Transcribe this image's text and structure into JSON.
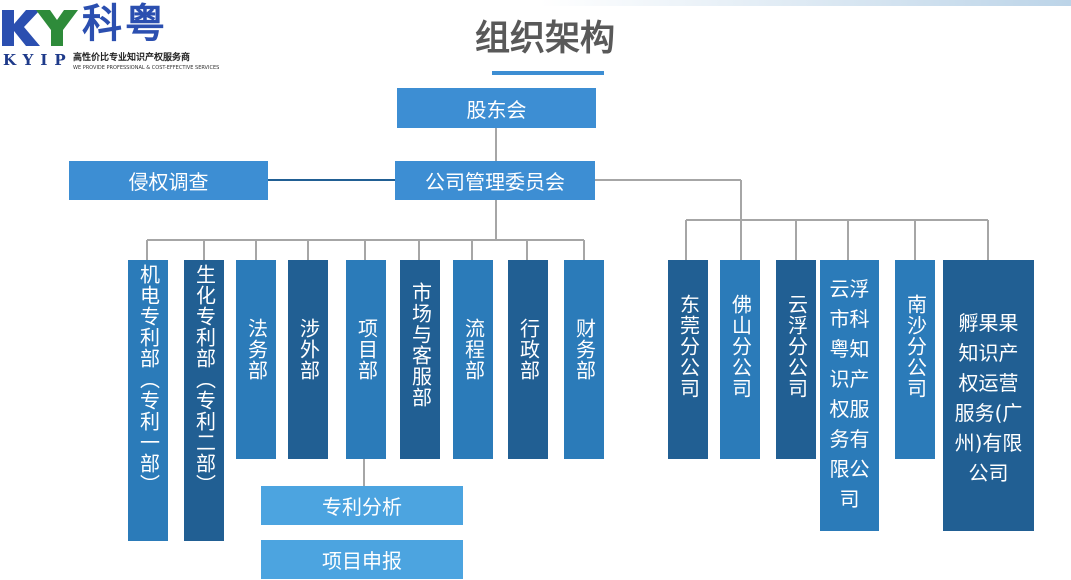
{
  "logo": {
    "name_cn": "科粤",
    "name_en": "KYIP",
    "slogan": "高性价比专业知识产权服务商",
    "slogan_en": "WE PROVIDE PROFESSIONAL & COST-EFFECTIVE SERVICES"
  },
  "title": "组织架构",
  "colors": {
    "light": "#3d8ed3",
    "mid": "#2b7bb9",
    "dark": "#215f93",
    "title": "#595959",
    "line": "#a6a6a6"
  },
  "nodes": {
    "shareholders": "股东会",
    "management_committee": "公司管理委员会",
    "infringement_investigation": "侵权调查",
    "departments": [
      "机电专利部（专利一部）",
      "生化专利部（专利二部）",
      "法务部",
      "涉外部",
      "项目部",
      "市场与客服部",
      "流程部",
      "行政部",
      "财务部"
    ],
    "project_sub": [
      "专利分析",
      "项目申报"
    ],
    "branches": [
      "东莞分公司",
      "佛山分公司",
      "云浮分公司",
      "云浮市科粤知识产权服务有限公司",
      "南沙分公司",
      "孵果果知识产权运营服务(广州)有限公司"
    ]
  }
}
